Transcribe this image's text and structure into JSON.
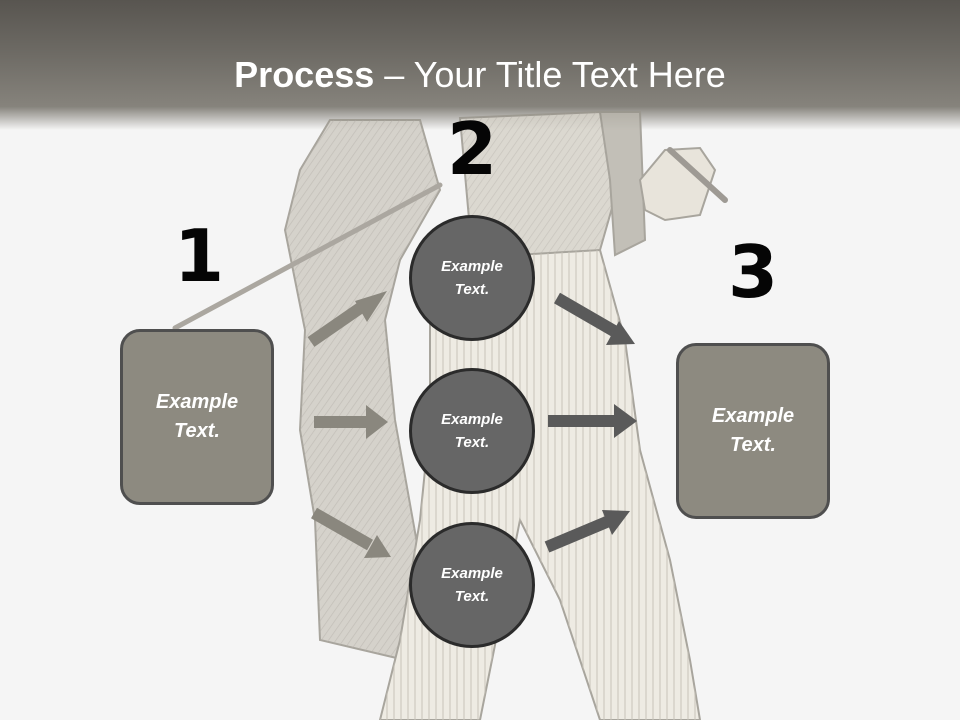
{
  "title": {
    "bold": "Process",
    "rest": " – Your Title Text Here"
  },
  "steps": [
    {
      "number": "1",
      "label": "Example Text."
    },
    {
      "number": "2",
      "items": [
        "Example Text.",
        "Example Text.",
        "Example Text."
      ]
    },
    {
      "number": "3",
      "label": "Example Text."
    }
  ],
  "colors": {
    "header": "#6d6a64",
    "box_fill": "#8d8a80",
    "circle_fill": "#666666",
    "arrow_left": "#8a877e",
    "arrow_right": "#5a5a5a",
    "number": "#050505"
  }
}
